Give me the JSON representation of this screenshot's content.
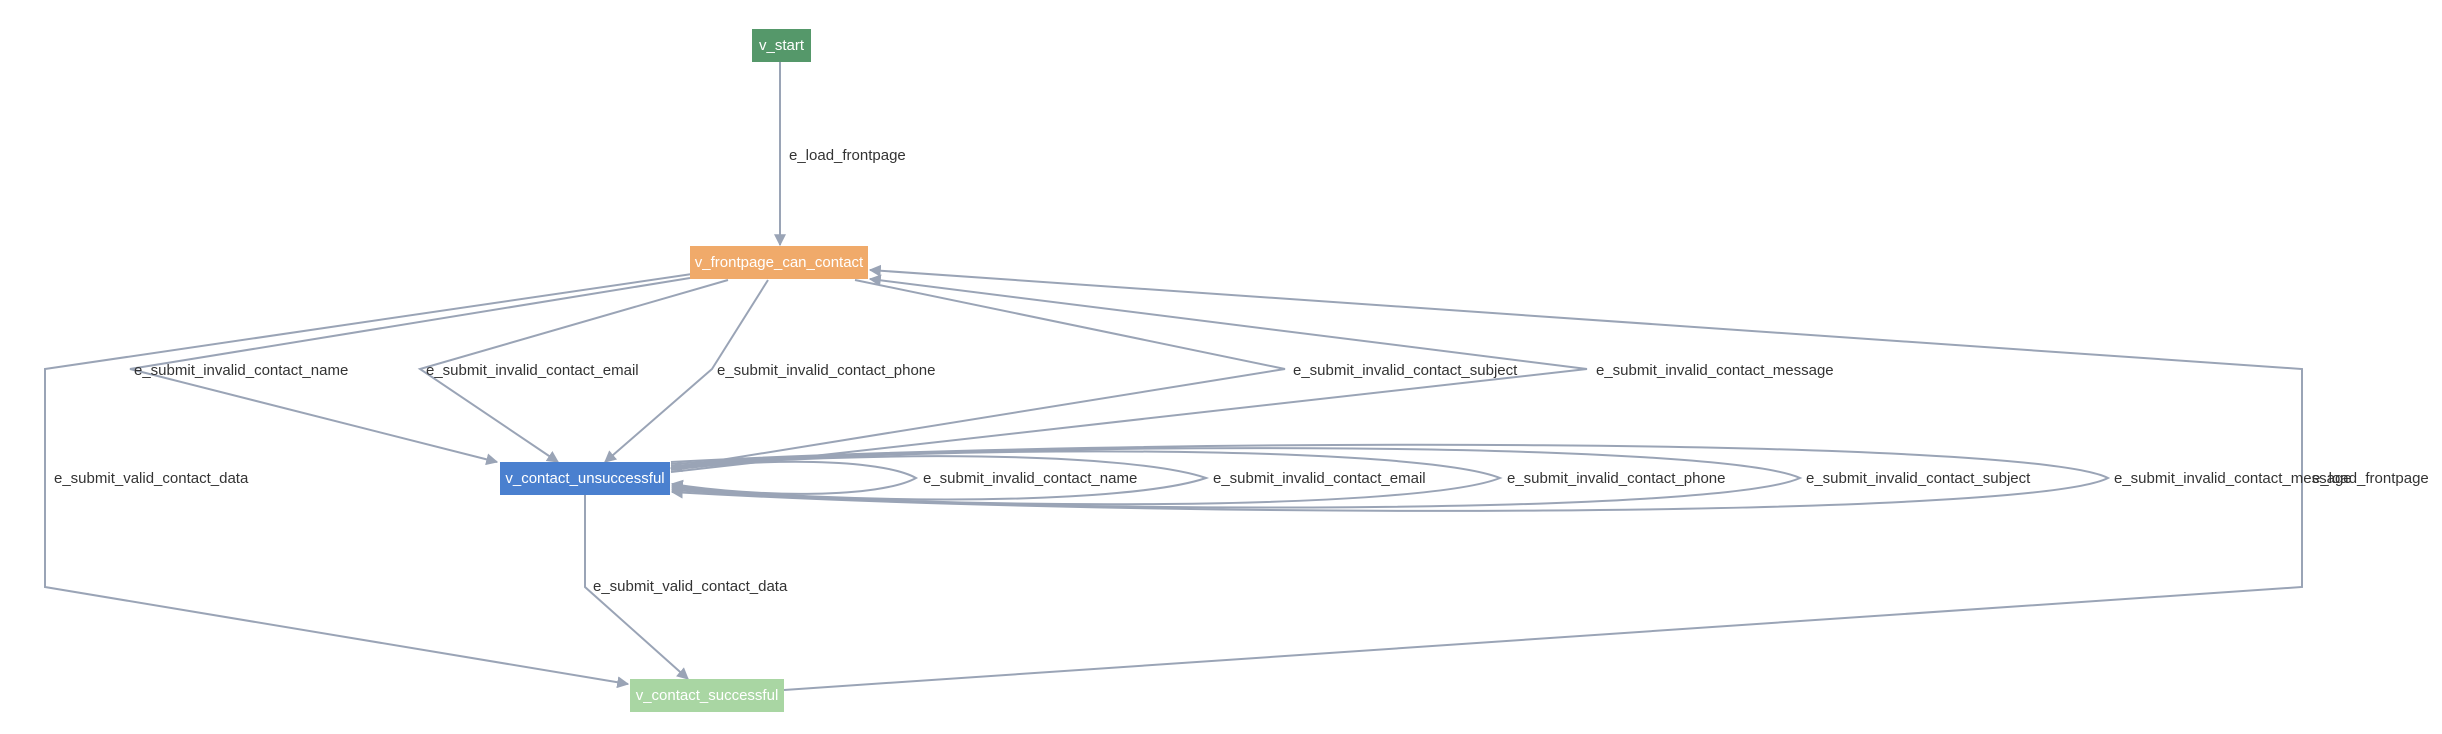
{
  "colors": {
    "start": "#55986a",
    "frontpage": "#f0aa6a",
    "unsuccessful": "#4a80cf",
    "successful": "#a9d6a3",
    "edge": "#9aa4b6",
    "label": "#333333"
  },
  "nodes": {
    "start": "v_start",
    "frontpage": "v_frontpage_can_contact",
    "unsuccessful": "v_contact_unsuccessful",
    "successful": "v_contact_successful"
  },
  "edges": {
    "load_frontpage": "e_load_frontpage",
    "invalid_name": "e_submit_invalid_contact_name",
    "invalid_email": "e_submit_invalid_contact_email",
    "invalid_phone": "e_submit_invalid_contact_phone",
    "invalid_subject": "e_submit_invalid_contact_subject",
    "invalid_message": "e_submit_invalid_contact_message",
    "valid_data": "e_submit_valid_contact_data"
  }
}
